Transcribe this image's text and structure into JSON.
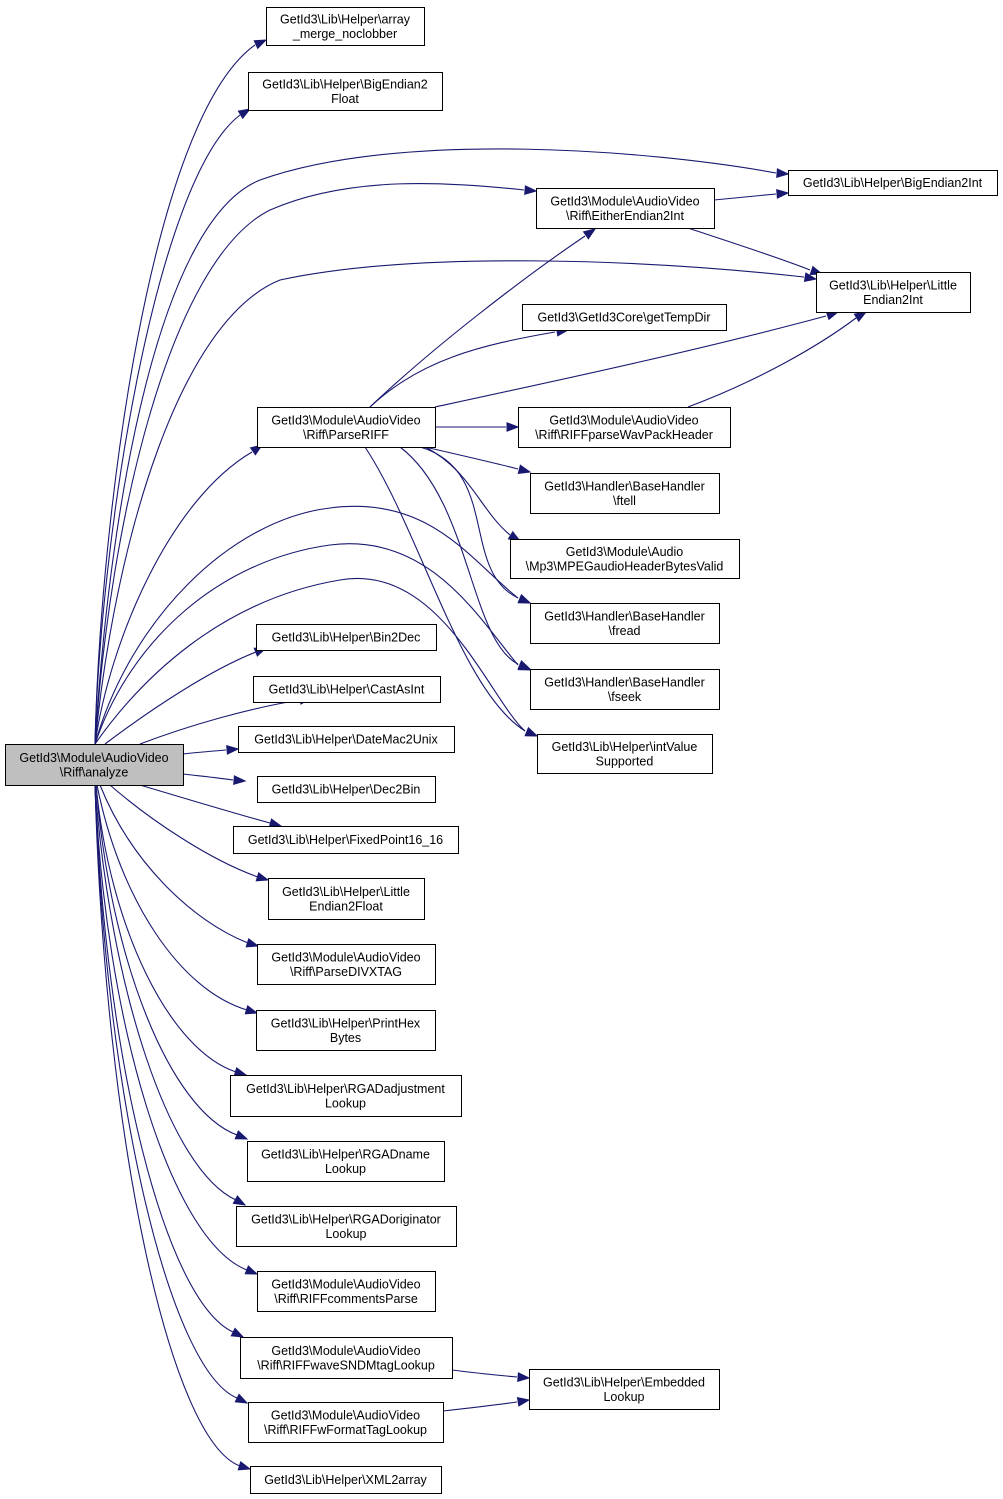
{
  "graph": {
    "nodes": {
      "analyze": {
        "lines": [
          "GetId3\\Module\\AudioVideo",
          "\\Riff\\analyze"
        ],
        "highlight": true
      },
      "arraymerge": {
        "lines": [
          "GetId3\\Lib\\Helper\\array",
          "_merge_noclobber"
        ]
      },
      "be2float": {
        "lines": [
          "GetId3\\Lib\\Helper\\BigEndian2",
          "Float"
        ]
      },
      "be2int": {
        "lines": [
          "GetId3\\Lib\\Helper\\BigEndian2Int"
        ]
      },
      "either": {
        "lines": [
          "GetId3\\Module\\AudioVideo",
          "\\Riff\\EitherEndian2Int"
        ]
      },
      "le2int": {
        "lines": [
          "GetId3\\Lib\\Helper\\Little",
          "Endian2Int"
        ]
      },
      "tempdir": {
        "lines": [
          "GetId3\\GetId3Core\\getTempDir"
        ]
      },
      "parseriff": {
        "lines": [
          "GetId3\\Module\\AudioVideo",
          "\\Riff\\ParseRIFF"
        ]
      },
      "wavpack": {
        "lines": [
          "GetId3\\Module\\AudioVideo",
          "\\Riff\\RIFFparseWavPackHeader"
        ]
      },
      "ftell": {
        "lines": [
          "GetId3\\Handler\\BaseHandler",
          "\\ftell"
        ]
      },
      "mpeg": {
        "lines": [
          "GetId3\\Module\\Audio",
          "\\Mp3\\MPEGaudioHeaderBytesValid"
        ]
      },
      "fread": {
        "lines": [
          "GetId3\\Handler\\BaseHandler",
          "\\fread"
        ]
      },
      "fseek": {
        "lines": [
          "GetId3\\Handler\\BaseHandler",
          "\\fseek"
        ]
      },
      "intvalue": {
        "lines": [
          "GetId3\\Lib\\Helper\\intValue",
          "Supported"
        ]
      },
      "bin2dec": {
        "lines": [
          "GetId3\\Lib\\Helper\\Bin2Dec"
        ]
      },
      "castasint": {
        "lines": [
          "GetId3\\Lib\\Helper\\CastAsInt"
        ]
      },
      "datemac": {
        "lines": [
          "GetId3\\Lib\\Helper\\DateMac2Unix"
        ]
      },
      "dec2bin": {
        "lines": [
          "GetId3\\Lib\\Helper\\Dec2Bin"
        ]
      },
      "fixedpoint": {
        "lines": [
          "GetId3\\Lib\\Helper\\FixedPoint16_16"
        ]
      },
      "le2float": {
        "lines": [
          "GetId3\\Lib\\Helper\\Little",
          "Endian2Float"
        ]
      },
      "divx": {
        "lines": [
          "GetId3\\Module\\AudioVideo",
          "\\Riff\\ParseDIVXTAG"
        ]
      },
      "printhex": {
        "lines": [
          "GetId3\\Lib\\Helper\\PrintHex",
          "Bytes"
        ]
      },
      "rgadadj": {
        "lines": [
          "GetId3\\Lib\\Helper\\RGADadjustment",
          "Lookup"
        ]
      },
      "rgadname": {
        "lines": [
          "GetId3\\Lib\\Helper\\RGADname",
          "Lookup"
        ]
      },
      "rgadorig": {
        "lines": [
          "GetId3\\Lib\\Helper\\RGADoriginator",
          "Lookup"
        ]
      },
      "comments": {
        "lines": [
          "GetId3\\Module\\AudioVideo",
          "\\Riff\\RIFFcommentsParse"
        ]
      },
      "sndm": {
        "lines": [
          "GetId3\\Module\\AudioVideo",
          "\\Riff\\RIFFwaveSNDMtagLookup"
        ]
      },
      "embedded": {
        "lines": [
          "GetId3\\Lib\\Helper\\Embedded",
          "Lookup"
        ]
      },
      "wformat": {
        "lines": [
          "GetId3\\Module\\AudioVideo",
          "\\Riff\\RIFFwFormatTagLookup"
        ]
      },
      "xml2array": {
        "lines": [
          "GetId3\\Lib\\Helper\\XML2array"
        ]
      }
    },
    "edges": [
      [
        "analyze",
        "arraymerge"
      ],
      [
        "analyze",
        "be2float"
      ],
      [
        "analyze",
        "be2int"
      ],
      [
        "analyze",
        "either"
      ],
      [
        "analyze",
        "le2int"
      ],
      [
        "analyze",
        "parseriff"
      ],
      [
        "analyze",
        "fread"
      ],
      [
        "analyze",
        "fseek"
      ],
      [
        "analyze",
        "intvalue"
      ],
      [
        "analyze",
        "bin2dec"
      ],
      [
        "analyze",
        "castasint"
      ],
      [
        "analyze",
        "datemac"
      ],
      [
        "analyze",
        "dec2bin"
      ],
      [
        "analyze",
        "fixedpoint"
      ],
      [
        "analyze",
        "le2float"
      ],
      [
        "analyze",
        "divx"
      ],
      [
        "analyze",
        "printhex"
      ],
      [
        "analyze",
        "rgadadj"
      ],
      [
        "analyze",
        "rgadname"
      ],
      [
        "analyze",
        "rgadorig"
      ],
      [
        "analyze",
        "comments"
      ],
      [
        "analyze",
        "sndm"
      ],
      [
        "analyze",
        "wformat"
      ],
      [
        "analyze",
        "xml2array"
      ],
      [
        "either",
        "be2int"
      ],
      [
        "either",
        "le2int"
      ],
      [
        "parseriff",
        "either"
      ],
      [
        "parseriff",
        "tempdir"
      ],
      [
        "parseriff",
        "le2int"
      ],
      [
        "parseriff",
        "wavpack"
      ],
      [
        "parseriff",
        "ftell"
      ],
      [
        "parseriff",
        "mpeg"
      ],
      [
        "parseriff",
        "fread"
      ],
      [
        "parseriff",
        "fseek"
      ],
      [
        "parseriff",
        "intvalue"
      ],
      [
        "wavpack",
        "le2int"
      ],
      [
        "sndm",
        "embedded"
      ],
      [
        "wformat",
        "embedded"
      ]
    ],
    "colors": {
      "edge": "#191970",
      "root_fill": "#bfbfbf",
      "node_fill": "#ffffff",
      "border": "#000000"
    }
  }
}
